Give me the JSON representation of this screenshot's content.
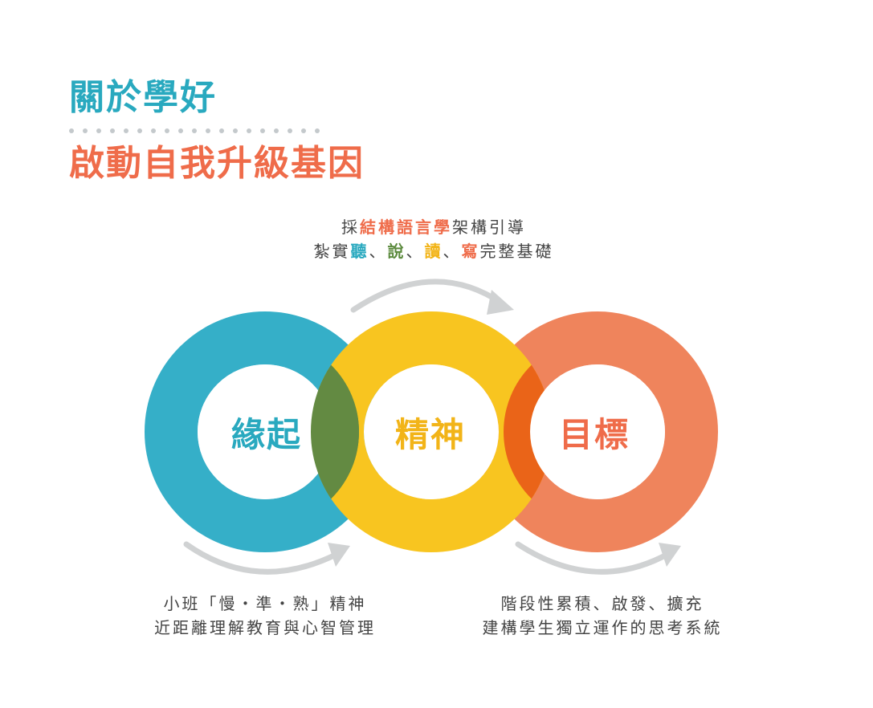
{
  "title": {
    "line1": "關於學好",
    "line2": "啟動自我升級基因"
  },
  "colors": {
    "blue": "#35afc8",
    "yellow": "#f8c520",
    "orange": "#ef845c",
    "overlap_green": "#638a42",
    "overlap_orange": "#ea6418",
    "arrow_gray": "#d0d2d3",
    "title_blue": "#29a9bf",
    "title_orange": "#ef6c4a"
  },
  "rings": [
    {
      "label": "緣起"
    },
    {
      "label": "精神"
    },
    {
      "label": "目標"
    }
  ],
  "captions": {
    "top": {
      "line1_pre": "採",
      "line1_highlight": "結構語言學",
      "line1_post": "架構引導",
      "line2_pre": "紮實",
      "line2_w1": "聽",
      "line2_sep1": "、",
      "line2_w2": "說",
      "line2_sep2": "、",
      "line2_w3": "讀",
      "line2_sep3": "、",
      "line2_w4": "寫",
      "line2_post": "完整基礎"
    },
    "bottom_left": {
      "line1": "小班「慢・準・熟」精神",
      "line2": "近距離理解教育與心智管理"
    },
    "bottom_right": {
      "line1": "階段性累積、啟發、擴充",
      "line2": "建構學生獨立運作的思考系統"
    }
  }
}
